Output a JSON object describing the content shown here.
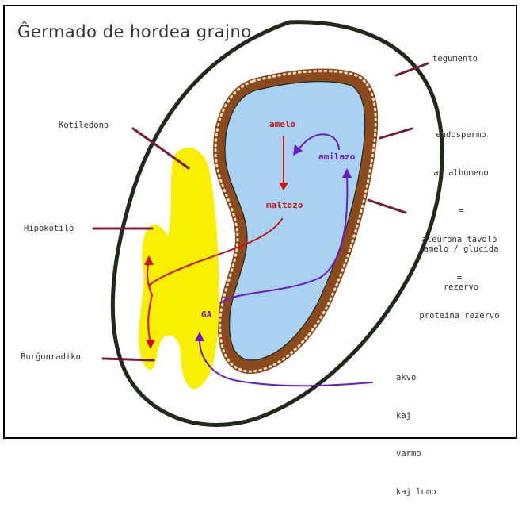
{
  "title": "Ĝermado de hordea grajno",
  "labels": {
    "tegumento": "tegumento",
    "endospermo": [
      "endospermo",
      "aŭ albumeno",
      "=",
      "amelo / glucida",
      "rezervo"
    ],
    "kotiledono": "Kotiledono",
    "hipokotilo": "Hipokotilo",
    "burgonradiko": "Burĝonradiko",
    "aleurona": [
      "aleŭrona tavolo",
      "=",
      "proteina rezervo"
    ],
    "akvo": [
      "akvo",
      "kaj",
      "varmo",
      "kaj lumo"
    ]
  },
  "inner": {
    "amelo": "amelo",
    "amilazo": "amilazo",
    "maltozo": "maltozo",
    "ga": "GA"
  },
  "colors": {
    "seed_outline": "#1f2a1a",
    "endosperm": "#a9d2f2",
    "aleurone": "#8b4a1e",
    "embryo": "#f8f000",
    "leader": "#7a1a3a",
    "red_arrow": "#cc1111",
    "purple_arrow": "#6a18c8",
    "frame": "#000000"
  }
}
